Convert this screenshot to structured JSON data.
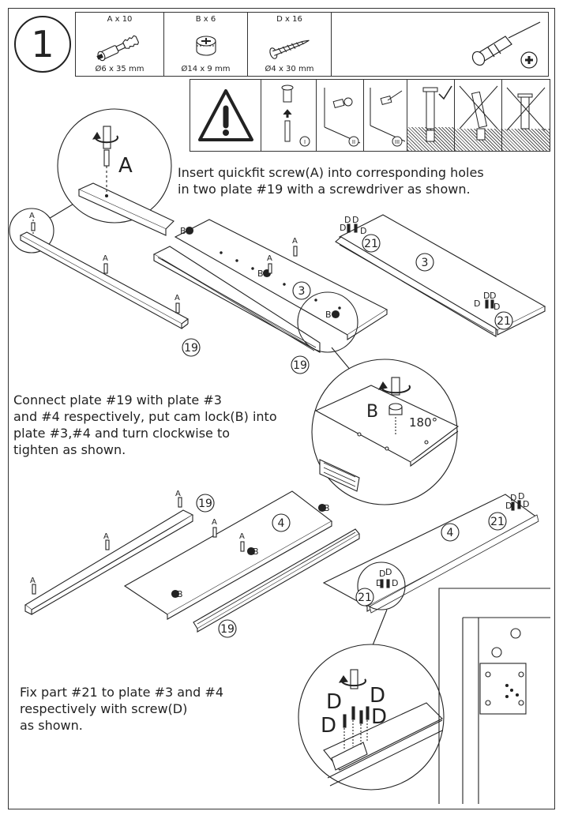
{
  "step": {
    "number": "1"
  },
  "parts": [
    {
      "qty_label": "A  x  10",
      "size": "Ø6 x 35 mm",
      "icon": "quickfit-screw-icon"
    },
    {
      "qty_label": "B x 6",
      "size": "Ø14 x 9 mm",
      "icon": "cam-lock-icon"
    },
    {
      "qty_label": "D  x  16",
      "size": "Ø4 x 30 mm",
      "icon": "wood-screw-icon"
    }
  ],
  "tool": {
    "icon": "phillips-screwdriver-icon"
  },
  "warning": {
    "icon": "warning-triangle-icon",
    "steps": [
      "I",
      "II",
      "III"
    ]
  },
  "instructions": {
    "insert": "Insert quickfit screw(A) into corresponding holes\nin two plate #19 with a screwdriver as shown.",
    "connect": "Connect plate #19 with plate #3\nand #4 respectively, put cam lock(B) into\nplate #3,#4 and turn clockwise to\ntighten as shown.",
    "fix": "Fix part #21 to plate #3 and #4\nrespectively with screw(D)\nas shown."
  },
  "labels": {
    "A": "A",
    "B": "B",
    "D": "D",
    "p19": "19",
    "p3": "3",
    "p4": "4",
    "p21": "21",
    "angle": "180°"
  }
}
